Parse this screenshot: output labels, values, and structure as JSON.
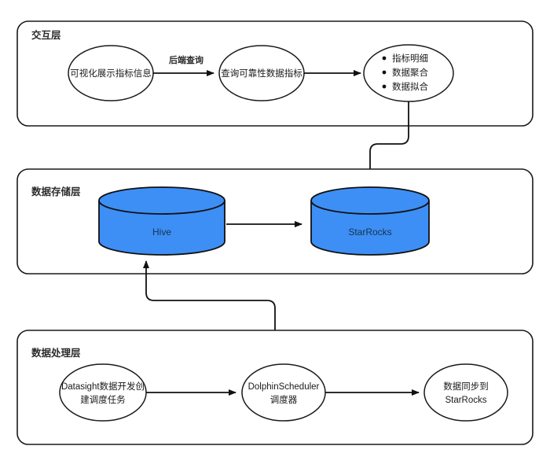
{
  "diagram": {
    "title_visible": false,
    "colors": {
      "cylinder_fill": "#3d8ff5",
      "stroke": "#111111",
      "layer_stroke": "#1a1a1a",
      "background": "#ffffff"
    },
    "layers": [
      {
        "id": "interaction",
        "label": "交互层",
        "nodes": [
          {
            "id": "viz",
            "label": "可视化展示指标信息",
            "shape": "ellipse"
          },
          {
            "id": "query",
            "label": "查询可靠性数据指标",
            "shape": "ellipse"
          },
          {
            "id": "metrics",
            "shape": "ellipse",
            "bullets": [
              "指标明细",
              "数据聚合",
              "数据拟合"
            ]
          }
        ],
        "edges": [
          {
            "from": "viz",
            "to": "query",
            "label": "后端查询"
          },
          {
            "from": "query",
            "to": "metrics",
            "label": ""
          }
        ]
      },
      {
        "id": "storage",
        "label": "数据存储层",
        "nodes": [
          {
            "id": "hive",
            "label": "Hive",
            "shape": "cylinder"
          },
          {
            "id": "starrocks",
            "label": "StarRocks",
            "shape": "cylinder"
          }
        ],
        "edges": [
          {
            "from": "hive",
            "to": "starrocks",
            "label": ""
          }
        ]
      },
      {
        "id": "processing",
        "label": "数据处理层",
        "nodes": [
          {
            "id": "datasight",
            "label_line1": "Datasight数据开发创",
            "label_line2": "建调度任务",
            "shape": "ellipse"
          },
          {
            "id": "dolphin",
            "label_line1": "DolphinScheduler",
            "label_line2": "调度器",
            "shape": "ellipse"
          },
          {
            "id": "sync",
            "label_line1": "数据同步到",
            "label_line2": "StarRocks",
            "shape": "ellipse"
          }
        ],
        "edges": [
          {
            "from": "datasight",
            "to": "dolphin",
            "label": ""
          },
          {
            "from": "dolphin",
            "to": "sync",
            "label": ""
          }
        ]
      }
    ],
    "cross_layer_edges": [
      {
        "from": "metrics",
        "to": "starrocks",
        "label": ""
      },
      {
        "from": "dolphin",
        "to": "hive",
        "label": ""
      }
    ]
  }
}
